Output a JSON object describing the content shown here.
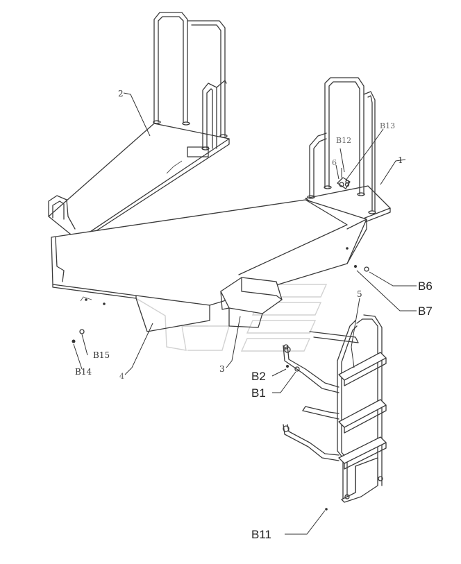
{
  "labels": {
    "p1": "1",
    "p2": "2",
    "p3": "3",
    "p4": "4",
    "p5": "5",
    "p6": "6",
    "b1": "B1",
    "b2": "B2",
    "b6": "B6",
    "b7": "B7",
    "b11": "B11",
    "b12": "B12",
    "b13": "B13",
    "b14": "B14",
    "b15": "B15"
  },
  "colors": {
    "line": "#3a3a3a",
    "watermark": "#d2d2d2",
    "background": "#ffffff"
  }
}
